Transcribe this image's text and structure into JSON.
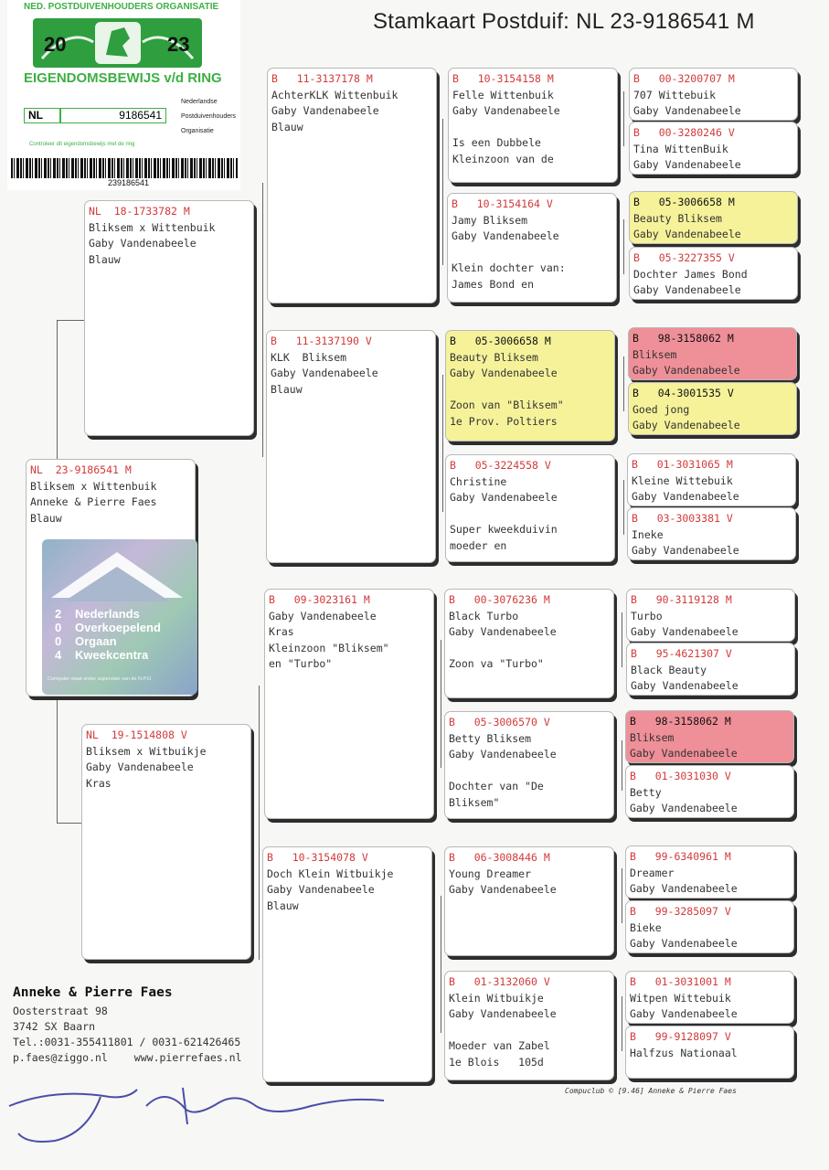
{
  "title": "Stamkaart Postduif: NL  23-9186541 M",
  "certificate": {
    "org": "NED. POSTDUIVENHOUDERS ORGANISATIE",
    "year_left": "20",
    "year_right": "23",
    "ring_title": "EIGENDOMSBEWIJS v/d RING",
    "country": "NL",
    "ring_number": "9186541",
    "npo_lines": [
      "Nederlandse",
      "Postduivenhouders",
      "Organisatie"
    ],
    "control_note": "Controleer dit eigendomsbewijs met de ring",
    "barcode_number": "239186541"
  },
  "stamp": {
    "years": [
      "2",
      "0",
      "0",
      "4"
    ],
    "lines": [
      "Nederlands",
      "Overkoepelend",
      "Orgaan",
      "Kweekcentra"
    ],
    "control": "Computer staat onder supervisie van de N.P.O."
  },
  "pigeons": [
    {
      "header": "NL  23-9186541 M",
      "lines": [
        "Bliksem x Wittenbuik",
        "Anneke & Pierre Faes",
        "Blauw"
      ]
    },
    {
      "header": "NL  18-1733782 M",
      "lines": [
        "Bliksem x Wittenbuik",
        "Gaby Vandenabeele",
        "Blauw"
      ]
    },
    {
      "header": "NL  19-1514808 V",
      "lines": [
        "Bliksem x Witbuikje",
        "Gaby Vandenabeele",
        "Kras"
      ]
    },
    {
      "header": "B   11-3137178 M",
      "lines": [
        "AchterKLK Wittenbuik",
        "Gaby Vandenabeele",
        "Blauw"
      ]
    },
    {
      "header": "B   11-3137190 V",
      "lines": [
        "KLK  Bliksem",
        "Gaby Vandenabeele",
        "Blauw"
      ]
    },
    {
      "header": "B   09-3023161 M",
      "lines": [
        "",
        "Gaby Vandenabeele",
        "Kras",
        "Kleinzoon \"Bliksem\"",
        "en \"Turbo\""
      ]
    },
    {
      "header": "B   10-3154078 V",
      "lines": [
        "Doch Klein Witbuikje",
        "Gaby Vandenabeele",
        "Blauw"
      ]
    },
    {
      "header": "B   10-3154158 M",
      "lines": [
        "Felle Wittenbuik",
        "Gaby Vandenabeele",
        "",
        "Is een Dubbele",
        "Kleinzoon van de"
      ]
    },
    {
      "header": "B   10-3154164 V",
      "lines": [
        "Jamy Bliksem",
        "Gaby Vandenabeele",
        "",
        "Klein dochter van:",
        "James Bond en"
      ]
    },
    {
      "header": "B   05-3006658 M",
      "lines": [
        "Beauty Bliksem",
        "Gaby Vandenabeele",
        "",
        "Zoon van \"Bliksem\"",
        "1e Prov. Poltiers"
      ]
    },
    {
      "header": "B   05-3224558 V",
      "lines": [
        "Christine",
        "Gaby Vandenabeele",
        "",
        "Super kweekduivin",
        "moeder en"
      ]
    },
    {
      "header": "B   00-3076236 M",
      "lines": [
        "Black Turbo",
        "Gaby Vandenabeele",
        "",
        "Zoon va \"Turbo\""
      ]
    },
    {
      "header": "B   05-3006570 V",
      "lines": [
        "Betty Bliksem",
        "Gaby Vandenabeele",
        "",
        "Dochter van \"De",
        "Bliksem\""
      ]
    },
    {
      "header": "B   06-3008446 M",
      "lines": [
        "Young Dreamer",
        "Gaby Vandenabeele"
      ]
    },
    {
      "header": "B   01-3132060 V",
      "lines": [
        "Klein Witbuikje",
        "Gaby Vandenabeele",
        "",
        "Moeder van Zabel",
        "1e Blois   105d"
      ]
    },
    {
      "header": "B   00-3200707 M",
      "lines": [
        "707 Wittebuik",
        "Gaby Vandenabeele"
      ]
    },
    {
      "header": "B   00-3280246 V",
      "lines": [
        "Tina WittenBuik",
        "Gaby Vandenabeele"
      ]
    },
    {
      "header": "B   05-3006658 M",
      "lines": [
        "Beauty Bliksem",
        "Gaby Vandenabeele"
      ]
    },
    {
      "header": "B   05-3227355 V",
      "lines": [
        "Dochter James Bond",
        "Gaby Vandenabeele"
      ]
    },
    {
      "header": "B   98-3158062 M",
      "lines": [
        "Bliksem",
        "Gaby Vandenabeele"
      ]
    },
    {
      "header": "B   04-3001535 V",
      "lines": [
        "Goed jong",
        "Gaby Vandenabeele"
      ]
    },
    {
      "header": "B   01-3031065 M",
      "lines": [
        "Kleine Wittebuik",
        "Gaby Vandenabeele"
      ]
    },
    {
      "header": "B   03-3003381 V",
      "lines": [
        "Ineke",
        "Gaby Vandenabeele"
      ]
    },
    {
      "header": "B   90-3119128 M",
      "lines": [
        "Turbo",
        "Gaby Vandenabeele"
      ]
    },
    {
      "header": "B   95-4621307 V",
      "lines": [
        "Black Beauty",
        "Gaby Vandenabeele"
      ]
    },
    {
      "header": "B   98-3158062 M",
      "lines": [
        "Bliksem",
        "Gaby Vandenabeele"
      ]
    },
    {
      "header": "B   01-3031030 V",
      "lines": [
        "Betty",
        "Gaby Vandenabeele"
      ]
    },
    {
      "header": "B   99-6340961 M",
      "lines": [
        "Dreamer",
        "Gaby Vandenabeele"
      ]
    },
    {
      "header": "B   99-3285097 V",
      "lines": [
        "Bieke",
        "Gaby Vandenabeele"
      ]
    },
    {
      "header": "B   01-3031001 M",
      "lines": [
        "Witpen Wittebuik",
        "Gaby Vandenabeele"
      ]
    },
    {
      "header": "B   99-9128097 V",
      "lines": [
        "Halfzus Nationaal"
      ]
    }
  ],
  "owner": {
    "name": "Anneke & Pierre Faes",
    "street": "Oosterstraat 98",
    "city": "3742 SX  Baarn",
    "phone": "Tel.:0031-355411801 / 0031-621426465",
    "email": "p.faes@ziggo.nl",
    "website": "www.pierrefaes.nl"
  },
  "footer": "Compuclub © [9.46]  Anneke & Pierre Faes",
  "colors": {
    "header_red": "#d23a3a",
    "highlight_yellow": "#f5f29a",
    "highlight_pink": "#ef8f98",
    "cert_green": "#3cb043"
  }
}
